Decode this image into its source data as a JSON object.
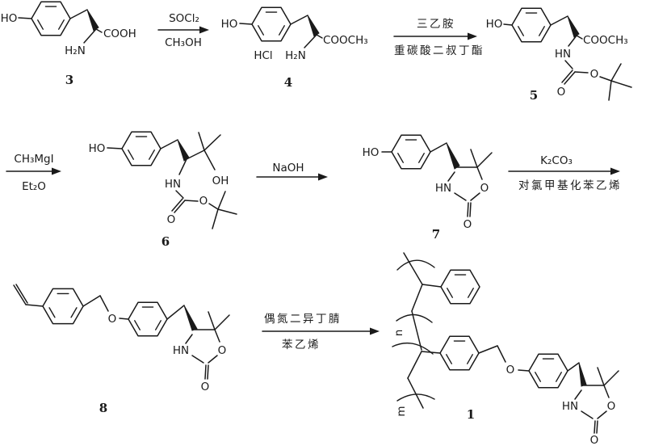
{
  "colors": {
    "ink": "#1a1a1a",
    "background": "#ffffff"
  },
  "compounds": {
    "c3": {
      "number": "3",
      "ho": "HO",
      "h2n": "H₂N",
      "cooh": "COOH"
    },
    "c4": {
      "number": "4",
      "ho": "HO",
      "hcl": "HCl",
      "h2n": "H₂N",
      "cooch3": "COOCH₃"
    },
    "c5": {
      "number": "5",
      "ho": "HO",
      "cooch3": "COOCH₃",
      "hn": "HN",
      "o_ester": "O",
      "o_carbonyl": "O"
    },
    "c6": {
      "number": "6",
      "ho": "HO",
      "oh": "OH",
      "hn": "HN",
      "o_ester": "O",
      "o_carbonyl": "O"
    },
    "c7": {
      "number": "7",
      "ho": "HO",
      "hn": "HN",
      "o_ring": "O",
      "o_carbonyl": "O"
    },
    "c8": {
      "number": "8",
      "o_ether": "O",
      "hn": "HN",
      "o_ring": "O",
      "o_carbonyl": "O"
    },
    "c1": {
      "number": "1",
      "sub_n": "n",
      "sub_m": "m",
      "o_ether": "O",
      "hn": "HN",
      "o_ring": "O",
      "o_carbonyl": "O"
    }
  },
  "arrows": {
    "a1": {
      "above": "SOCl₂",
      "below": "CH₃OH"
    },
    "a2": {
      "above": "三乙胺",
      "below": "重碳酸二叔丁酯"
    },
    "a3": {
      "above": "CH₃MgI",
      "below": "Et₂O"
    },
    "a4": {
      "above": "NaOH",
      "below": ""
    },
    "a5": {
      "above": "K₂CO₃",
      "below": "对氯甲基化苯乙烯"
    },
    "a6": {
      "above": "偶氮二异丁腈",
      "below": "苯乙烯"
    }
  }
}
